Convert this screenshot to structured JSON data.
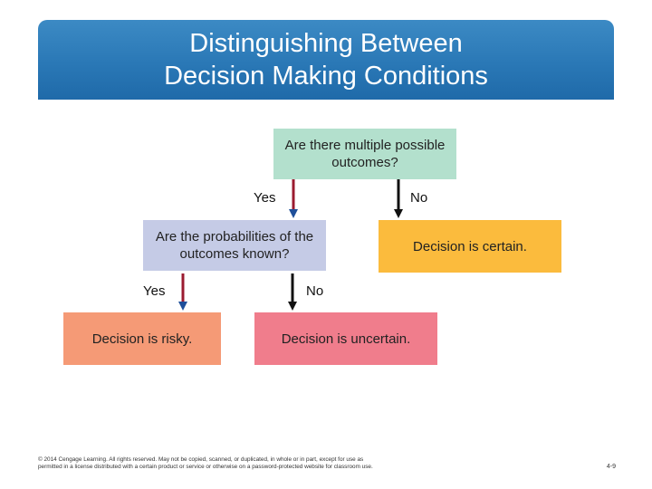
{
  "title": "Distinguishing Between\nDecision Making Conditions",
  "boxes": {
    "q1": "Are there multiple possible\noutcomes?",
    "q2": "Are the probabilities of the\noutcomes known?",
    "certain": "Decision is certain.",
    "risky": "Decision is risky.",
    "uncertain": "Decision is uncertain."
  },
  "labels": {
    "yes1": "Yes",
    "no1": "No",
    "yes2": "Yes",
    "no2": "No"
  },
  "colors": {
    "banner": "#2a78b6",
    "q1": "#b3e0cd",
    "q2": "#c5cbe6",
    "certain": "#fbbb3d",
    "risky": "#f59a76",
    "uncertain": "#f07d8c",
    "yes_arrow": "#9b1b30",
    "no_arrow": "#111111"
  },
  "footer": {
    "copyright": "© 2014 Cengage Learning. All rights reserved. May not be copied, scanned, or duplicated, in whole or in part, except for use as\npermitted in a license distributed with a certain product or service or otherwise on a password-protected website for classroom use.",
    "page": "4-9"
  }
}
